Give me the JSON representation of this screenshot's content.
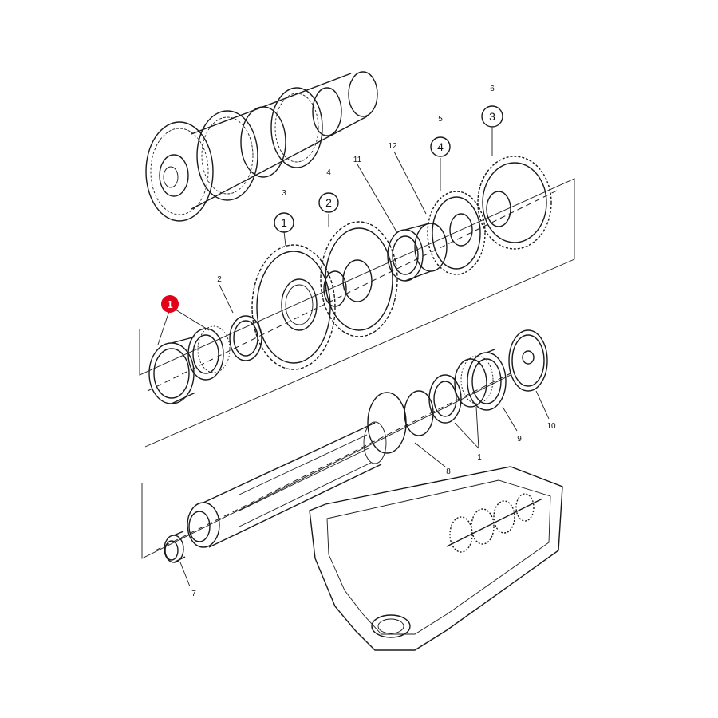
{
  "callouts": {
    "c1": "1",
    "c2": "2",
    "c3": "3",
    "c4": "4",
    "c5": "5",
    "c6": "6",
    "c7": "7",
    "c8": "8",
    "c9": "9",
    "c10": "10",
    "c11": "11",
    "c12": "12",
    "c1_bottom": "1"
  },
  "gear_markers": {
    "m1": "1",
    "m2": "2",
    "m3": "3",
    "m4": "4"
  },
  "highlight": {
    "label": "1",
    "color": "#e3001b"
  }
}
